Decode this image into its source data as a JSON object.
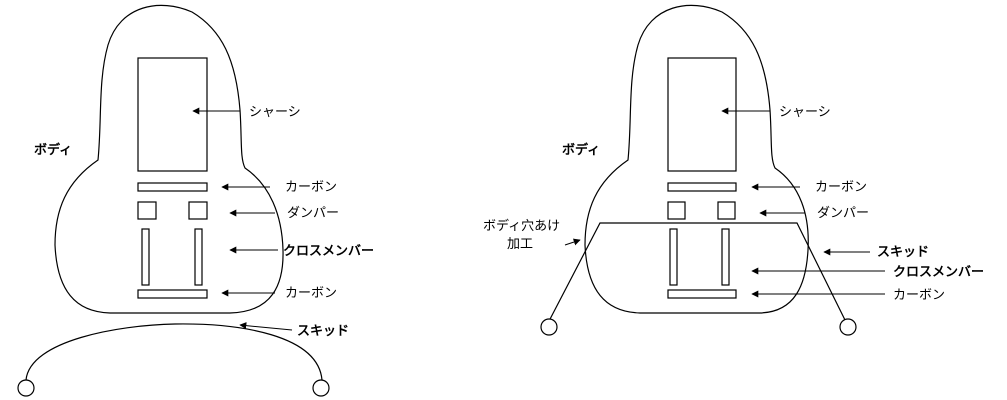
{
  "diagrams": [
    {
      "labels": {
        "body": "ボディ",
        "chassis": "シャーシ",
        "carbon_top": "カーボン",
        "damper": "ダンパー",
        "cross_member": "クロスメンバー",
        "carbon_bottom": "カーボン",
        "skid": "スキッド"
      }
    },
    {
      "labels": {
        "body": "ボディ",
        "chassis": "シャーシ",
        "carbon_top": "カーボン",
        "damper": "ダンパー",
        "hole_line1": "ボディ穴あけ",
        "hole_line2": "加工",
        "skid": "スキッド",
        "cross_member": "クロスメンバー",
        "carbon_bottom": "カーボン"
      }
    }
  ]
}
